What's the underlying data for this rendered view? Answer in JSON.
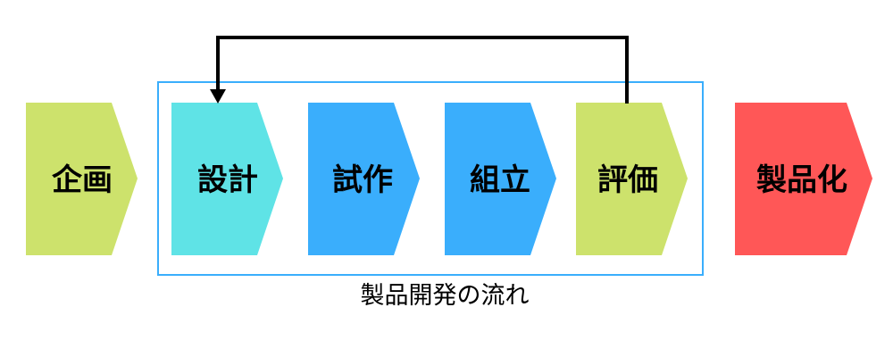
{
  "steps": {
    "planning": {
      "label": "企画",
      "color": "#cde26c"
    },
    "design": {
      "label": "設計",
      "color": "#5fe3e6"
    },
    "prototype": {
      "label": "試作",
      "color": "#3aaefc"
    },
    "assembly": {
      "label": "組立",
      "color": "#3aaefc"
    },
    "evaluation": {
      "label": "評価",
      "color": "#cde26c"
    },
    "productization": {
      "label": "製品化",
      "color": "#ff5757"
    }
  },
  "group": {
    "caption": "製品開発の流れ",
    "border_color": "#3aaefc"
  },
  "feedback_arrow": {
    "from": "評価",
    "to": "設計",
    "color": "#000000"
  }
}
